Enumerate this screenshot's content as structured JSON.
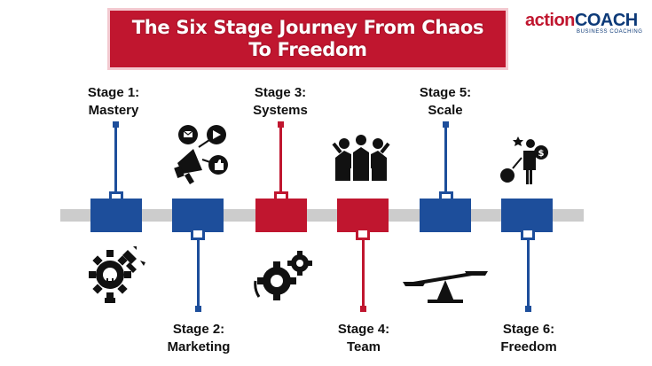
{
  "title": {
    "line1": "The Six Stage Journey From Chaos",
    "line2": "To Freedom"
  },
  "logo": {
    "brand_a": "action",
    "brand_b": "COACH",
    "tagline": "BUSINESS COACHING"
  },
  "stages": [
    {
      "line1": "Stage 1:",
      "line2": "Mastery",
      "color": "#1d4e9b",
      "icon": "lightbulb-gear-icon"
    },
    {
      "line1": "Stage 2:",
      "line2": "Marketing",
      "color": "#1d4e9b",
      "icon": "megaphone-icon"
    },
    {
      "line1": "Stage 3:",
      "line2": "Systems",
      "color": "#c0162f",
      "icon": "gears-icon"
    },
    {
      "line1": "Stage 4:",
      "line2": "Team",
      "color": "#c0162f",
      "icon": "team-icon"
    },
    {
      "line1": "Stage 5:",
      "line2": "Scale",
      "color": "#1d4e9b",
      "icon": "balance-scale-icon"
    },
    {
      "line1": "Stage 6:",
      "line2": "Freedom",
      "color": "#1d4e9b",
      "icon": "freedom-icon"
    }
  ],
  "colors": {
    "blue": "#1d4e9b",
    "red": "#c0162f",
    "track": "#cccccc"
  }
}
